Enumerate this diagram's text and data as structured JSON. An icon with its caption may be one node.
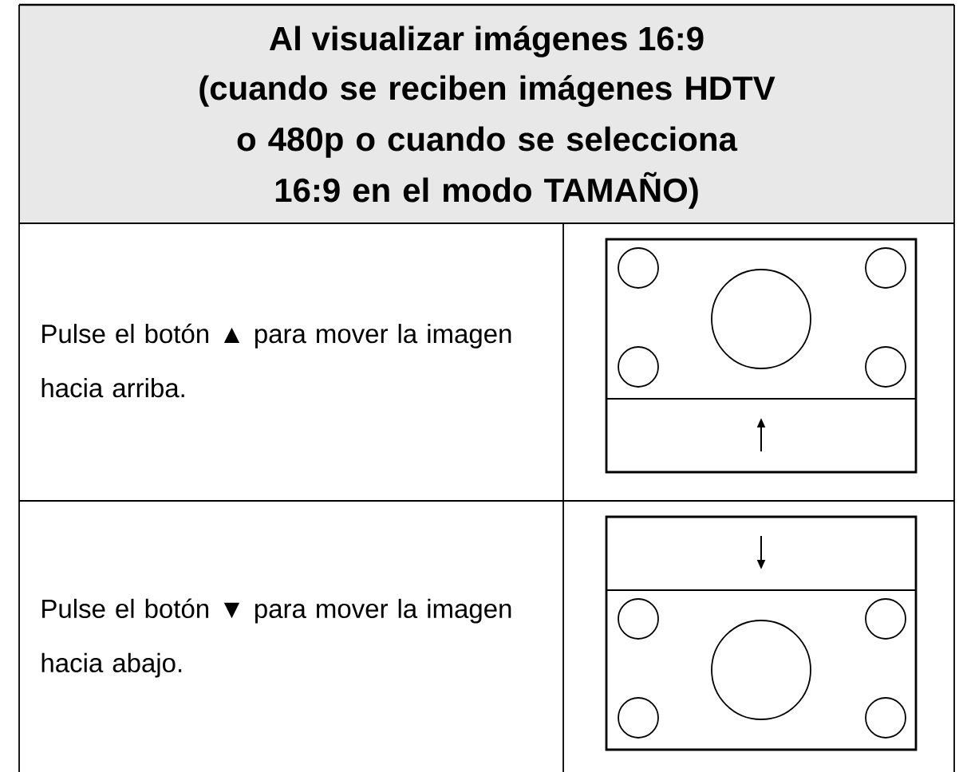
{
  "diagram": {
    "labels": [
      "Al visualizar imágenes 16:9",
      "(cuando se reciben imágenes HDTV o 480p o cuando se selecciona 16:9 en el modo TAMAÑO)",
      "Pulse el botón ▲ para mover la imagen hacia arriba.",
      "Pulse el botón ▼ para mover la imagen hacia abajo."
    ]
  }
}
